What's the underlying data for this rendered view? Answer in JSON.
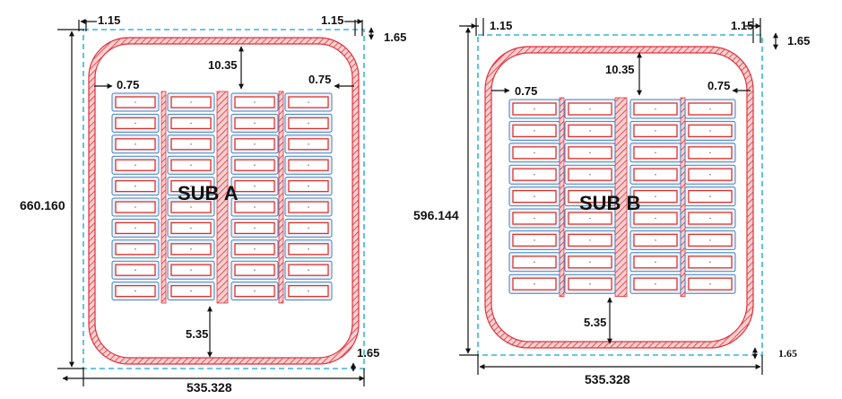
{
  "diagram_a": {
    "title": "SUB A",
    "dim_width": "535.328",
    "dim_height": "660.160",
    "dim_left_margin": "1.15",
    "dim_right_margin": "1.15",
    "dim_top_right": "1.65",
    "dim_bottom_right": "1.65",
    "dim_top_gap": "10.35",
    "dim_bottom_gap": "5.35",
    "dim_left_inner": "0.75",
    "dim_right_inner": "0.75",
    "rows": 10,
    "cols_per_side": 2
  },
  "diagram_b": {
    "title": "SUB B",
    "dim_width": "535.328",
    "dim_height": "596.144",
    "dim_left_margin": "1.15",
    "dim_right_margin": "1.15",
    "dim_top_right": "1.65",
    "dim_bottom_right": "1.65",
    "dim_top_gap": "10.35",
    "dim_bottom_gap": "5.35",
    "dim_left_inner": "0.75",
    "dim_right_inner": "0.75",
    "rows": 9,
    "cols_per_side": 2
  },
  "colors": {
    "dashed_border": "#39b4e0",
    "hatch_band": "#e0303a",
    "hatch_fill": "#f5c6c6",
    "cell_border": "#3d7fc1",
    "cell_fill": "#eef3fa",
    "inner_rect": "#e0302a",
    "center_strip": "#e0303a",
    "dim_line": "#111111"
  }
}
